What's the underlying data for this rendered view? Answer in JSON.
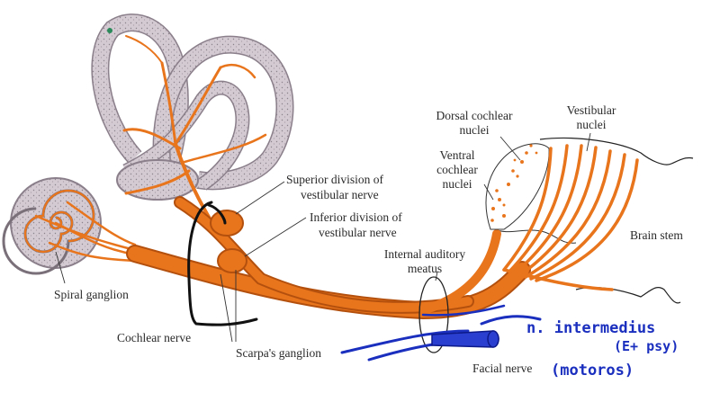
{
  "labels": {
    "spiral_ganglion": "Spiral ganglion",
    "cochlear_nerve": "Cochlear nerve",
    "scarpas_ganglion": "Scarpa's ganglion",
    "superior_division_1": "Superior division of",
    "superior_division_2": "vestibular nerve",
    "inferior_division_1": "Inferior division of",
    "inferior_division_2": "vestibular nerve",
    "internal_meatus_1": "Internal auditory",
    "internal_meatus_2": "meatus",
    "dorsal_cochlear_1": "Dorsal cochlear",
    "dorsal_cochlear_2": "nuclei",
    "ventral_cochlear_1": "Ventral",
    "ventral_cochlear_2": "cochlear",
    "ventral_cochlear_3": "nuclei",
    "vestibular_nuclei_1": "Vestibular",
    "vestibular_nuclei_2": "nuclei",
    "brain_stem": "Brain stem",
    "facial_nerve": "Facial nerve"
  },
  "handwriting": {
    "intermedius": "n. intermedius",
    "intermedius_note": "(E+ psy)",
    "motoros": "(motoros)"
  },
  "colors": {
    "nerve": "#e8741c",
    "nerve_dark": "#b4500e",
    "labyrinth_fill": "#c9bfc8",
    "labyrinth_stroke": "#8a7f8a",
    "ink_blue": "#1b2fbf",
    "outline": "#222222"
  }
}
